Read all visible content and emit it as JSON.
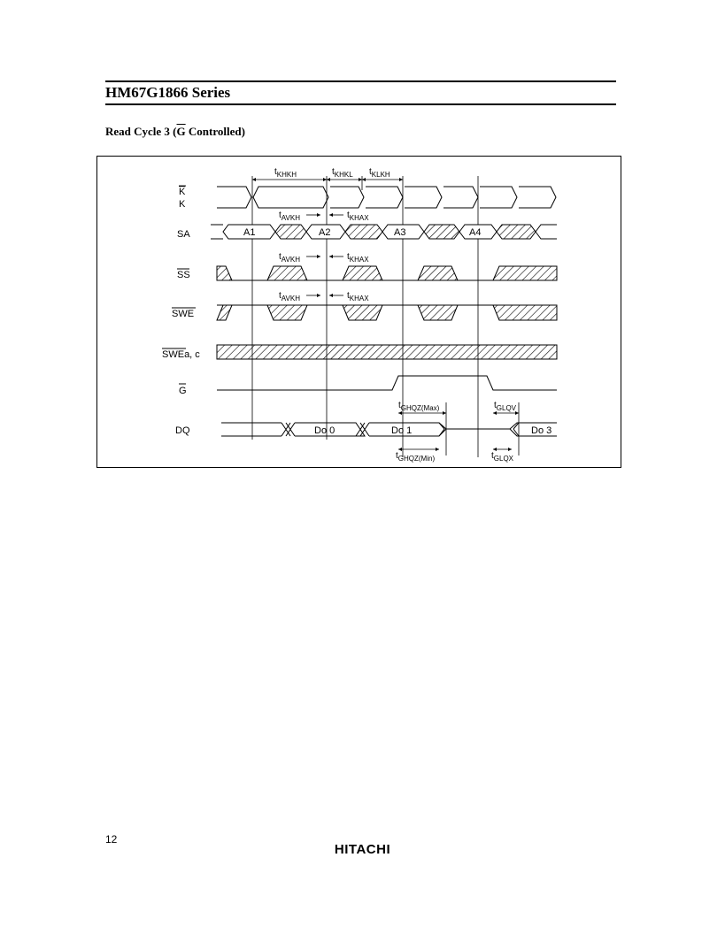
{
  "header": {
    "title": "HM67G1866 Series"
  },
  "section": {
    "title_prefix": "Read Cycle 3 (",
    "title_overlined": "G",
    "title_suffix": " Controlled)"
  },
  "diagram": {
    "signals": {
      "k_bar": "K",
      "k": "K",
      "sa": "SA",
      "ss": "SS",
      "swe": "SWE",
      "swe_ac_bar": "SWE",
      "swe_ac_rest": "a, c",
      "g": "G",
      "dq": "DQ"
    },
    "addresses": [
      "A1",
      "A2",
      "A3",
      "A4"
    ],
    "outputs": [
      "Do 0",
      "Do 1",
      "Do 3"
    ],
    "timing": {
      "khkh": {
        "t": "t",
        "sub": "KHKH"
      },
      "khkl": {
        "t": "t",
        "sub": "KHKL"
      },
      "klkh": {
        "t": "t",
        "sub": "KLKH"
      },
      "avkh": {
        "t": "t",
        "sub": "AVKH"
      },
      "khax": {
        "t": "t",
        "sub": "KHAX"
      },
      "ghqz_max": {
        "t": "t",
        "sub": "GHQZ(Max)"
      },
      "ghqz_min": {
        "t": "t",
        "sub": "GHQZ(Min)"
      },
      "glqv": {
        "t": "t",
        "sub": "GLQV"
      },
      "glqx": {
        "t": "t",
        "sub": "GLQX"
      }
    }
  },
  "footer": {
    "page_number": "12",
    "brand": "HITACHI"
  }
}
